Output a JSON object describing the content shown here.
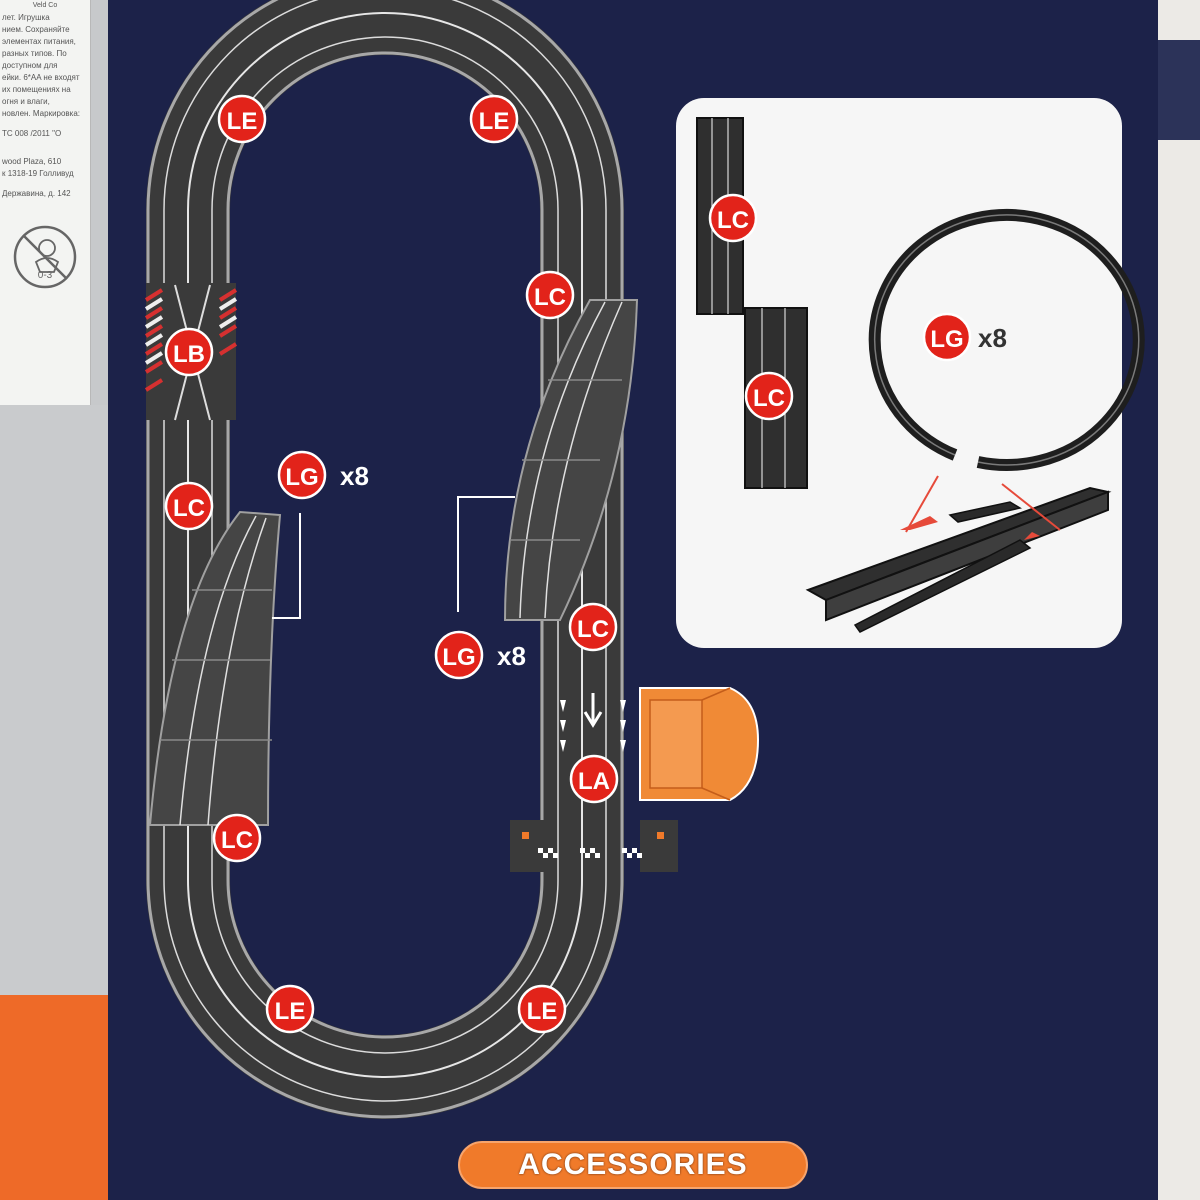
{
  "package_label": {
    "brand": "Veld Co",
    "lines": [
      "лет. Игрушка",
      "нием. Сохраняйте",
      "элементах питания,",
      "разных типов. По",
      "доступном для",
      "ейки. 6*AA не входят",
      "их помещениях на",
      "огня и влаги,",
      "новлен. Маркировка:"
    ],
    "standard": "TC 008 /2011 \"O",
    "address_1": "wood Plaza, 610",
    "address_2": "к 1318-19 Голливуд",
    "address_3": "Державина, д. 142",
    "age_icon": "no-small-children-icon",
    "age_text": "0-3"
  },
  "track_pieces": {
    "le_top_left": "LE",
    "le_top_right": "LE",
    "lc_right_upper": "LC",
    "lb_left": "LB",
    "lg_left": "LG",
    "lg_left_qty": "x8",
    "lc_left_upper": "LC",
    "lc_right_mid": "LC",
    "lg_center": "LG",
    "lg_center_qty": "x8",
    "la_start": "LA",
    "lc_left_lower": "LC",
    "le_bottom_left": "LE",
    "le_bottom_right": "LE"
  },
  "inset": {
    "lc_top": "LC",
    "lc_bottom": "LC",
    "lg_loop": "LG",
    "lg_loop_qty": "x8"
  },
  "footer": {
    "accessories_label": "ACCESSORIES"
  },
  "colors": {
    "background": "#1c2249",
    "track": "#3a3a3a",
    "badge": "#e2231a",
    "accent_orange": "#f07a2a"
  }
}
